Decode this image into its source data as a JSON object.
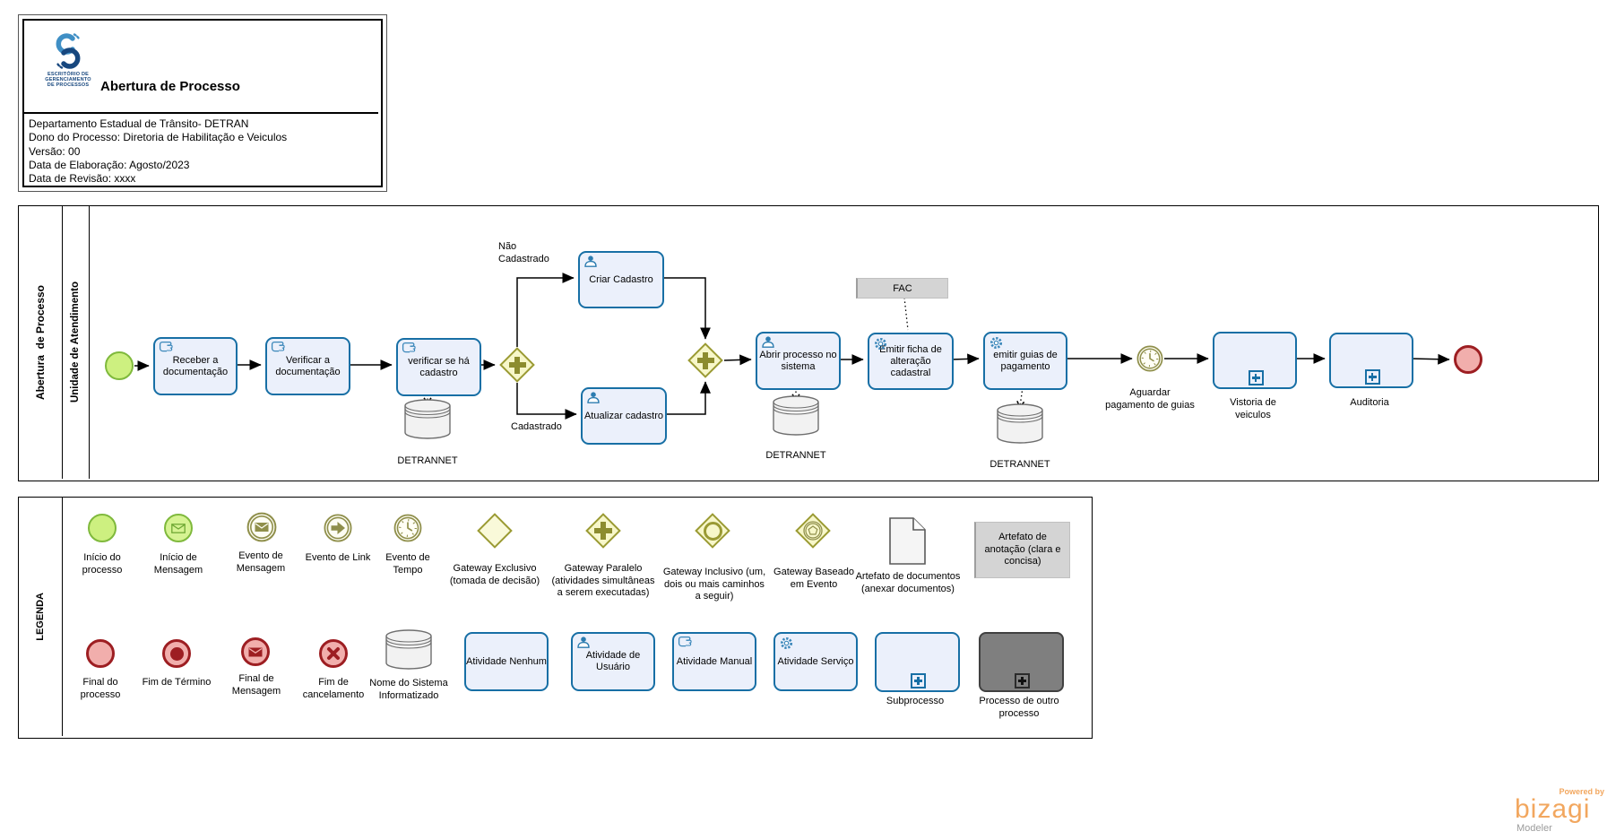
{
  "header": {
    "logo_caption": "ESCRITÓRIO DE\nGERENCIAMENTO\nDE PROCESSOS",
    "title": "Abertura de Processo",
    "info_lines": [
      "Departamento Estadual de Trânsito- DETRAN",
      "Dono do Processo: Diretoria de Habilitação e Veiculos",
      "Versão: 00",
      "Data de Elaboração: Agosto/2023",
      "Data de Revisão: xxxx"
    ]
  },
  "pool": {
    "name": "Abertura  de Processo",
    "lane": "Unidade de Atendimento"
  },
  "flow": {
    "tasks": {
      "receber": {
        "label": "Receber a documentação",
        "icon": "manual-task-icon"
      },
      "verificar_doc": {
        "label": "Verificar a documentação",
        "icon": "manual-task-icon"
      },
      "verificar_cadastro": {
        "label": "verificar se há cadastro",
        "icon": "manual-task-icon"
      },
      "criar_cadastro": {
        "label": "Criar Cadastro",
        "icon": "user-task-icon"
      },
      "atualizar_cadastro": {
        "label": "Atualizar cadastro",
        "icon": "user-task-icon"
      },
      "abrir_processo": {
        "label": "Abrir processo no sistema",
        "icon": "user-task-icon"
      },
      "emitir_ficha": {
        "label": "Emitir ficha de alteração cadastral",
        "icon": "service-task-icon"
      },
      "emitir_guias": {
        "label": "emitir guias de pagamento",
        "icon": "service-task-icon"
      }
    },
    "subprocesses": {
      "vistoria": {
        "label": "Vistoria de veiculos"
      },
      "auditoria": {
        "label": "Auditoria"
      }
    },
    "timer_label": "Aguardar pagamento de guias",
    "edge_labels": {
      "nao_cadastrado": "Não\nCadastrado",
      "cadastrado": "Cadastrado"
    },
    "annotation_label": "FAC",
    "databases": {
      "db1": "DETRANNET",
      "db2": "DETRANNET",
      "db3": "DETRANNET"
    }
  },
  "legend": {
    "title": "LEGENDA",
    "row1": [
      {
        "icon": "start-event-icon",
        "label": "Início do processo"
      },
      {
        "icon": "message-start-event-icon",
        "label": "Início de Mensagem"
      },
      {
        "icon": "message-intermediate-event-icon",
        "label": "Evento de Mensagem"
      },
      {
        "icon": "link-event-icon",
        "label": "Evento de Link"
      },
      {
        "icon": "timer-event-icon",
        "label": "Evento de Tempo"
      },
      {
        "icon": "exclusive-gateway-icon",
        "label": "Gateway  Exclusivo (tomada de decisão)"
      },
      {
        "icon": "parallel-gateway-icon",
        "label": "Gateway Paralelo (atividades simultâneas a serem executadas)"
      },
      {
        "icon": "inclusive-gateway-icon",
        "label": "Gateway Inclusivo (um, dois ou mais caminhos a seguir)"
      },
      {
        "icon": "event-based-gateway-icon",
        "label": "Gateway Baseado em Evento"
      },
      {
        "icon": "document-artifact-icon",
        "label": "Artefato de documentos (anexar documentos)"
      },
      {
        "icon": "annotation-artifact-icon",
        "label": "Artefato de anotação (clara e concisa)"
      }
    ],
    "row2": [
      {
        "icon": "end-event-icon",
        "label": "Final do processo"
      },
      {
        "icon": "terminate-event-icon",
        "label": "Fim de Término"
      },
      {
        "icon": "message-end-event-icon",
        "label": "Final de Mensagem"
      },
      {
        "icon": "cancel-end-event-icon",
        "label": "Fim de cancelamento"
      },
      {
        "icon": "database-icon",
        "label": "Nome do Sistema Informatizado"
      },
      {
        "icon": "task-none-icon",
        "label": "Atividade Nenhum"
      },
      {
        "icon": "user-task-icon",
        "label": "Atividade de Usuário"
      },
      {
        "icon": "manual-task-icon",
        "label": "Atividade Manual"
      },
      {
        "icon": "service-task-icon",
        "label": "Atividade Serviço"
      },
      {
        "icon": "subprocess-icon",
        "label": "Subprocesso"
      },
      {
        "icon": "external-process-icon",
        "label": "Processo de outro processo"
      }
    ]
  },
  "footer": {
    "powered_by": "Powered by",
    "brand": "bizagi",
    "brand_sub": "Modeler"
  },
  "colors": {
    "task_border": "#176fa5",
    "task_fill": "#ebf0fb",
    "start_fill": "#cdf080",
    "start_border": "#7fb93c",
    "end_fill": "#f1aeac",
    "end_border": "#9d1e22",
    "gateway_fill": "#f7f7c9",
    "gateway_border": "#9a9a33",
    "event_olive": "#8f8f4b",
    "annotation_fill": "#d4d4d4",
    "external_fill": "#7f7f7f",
    "brand_orange": "#f2a75f"
  }
}
